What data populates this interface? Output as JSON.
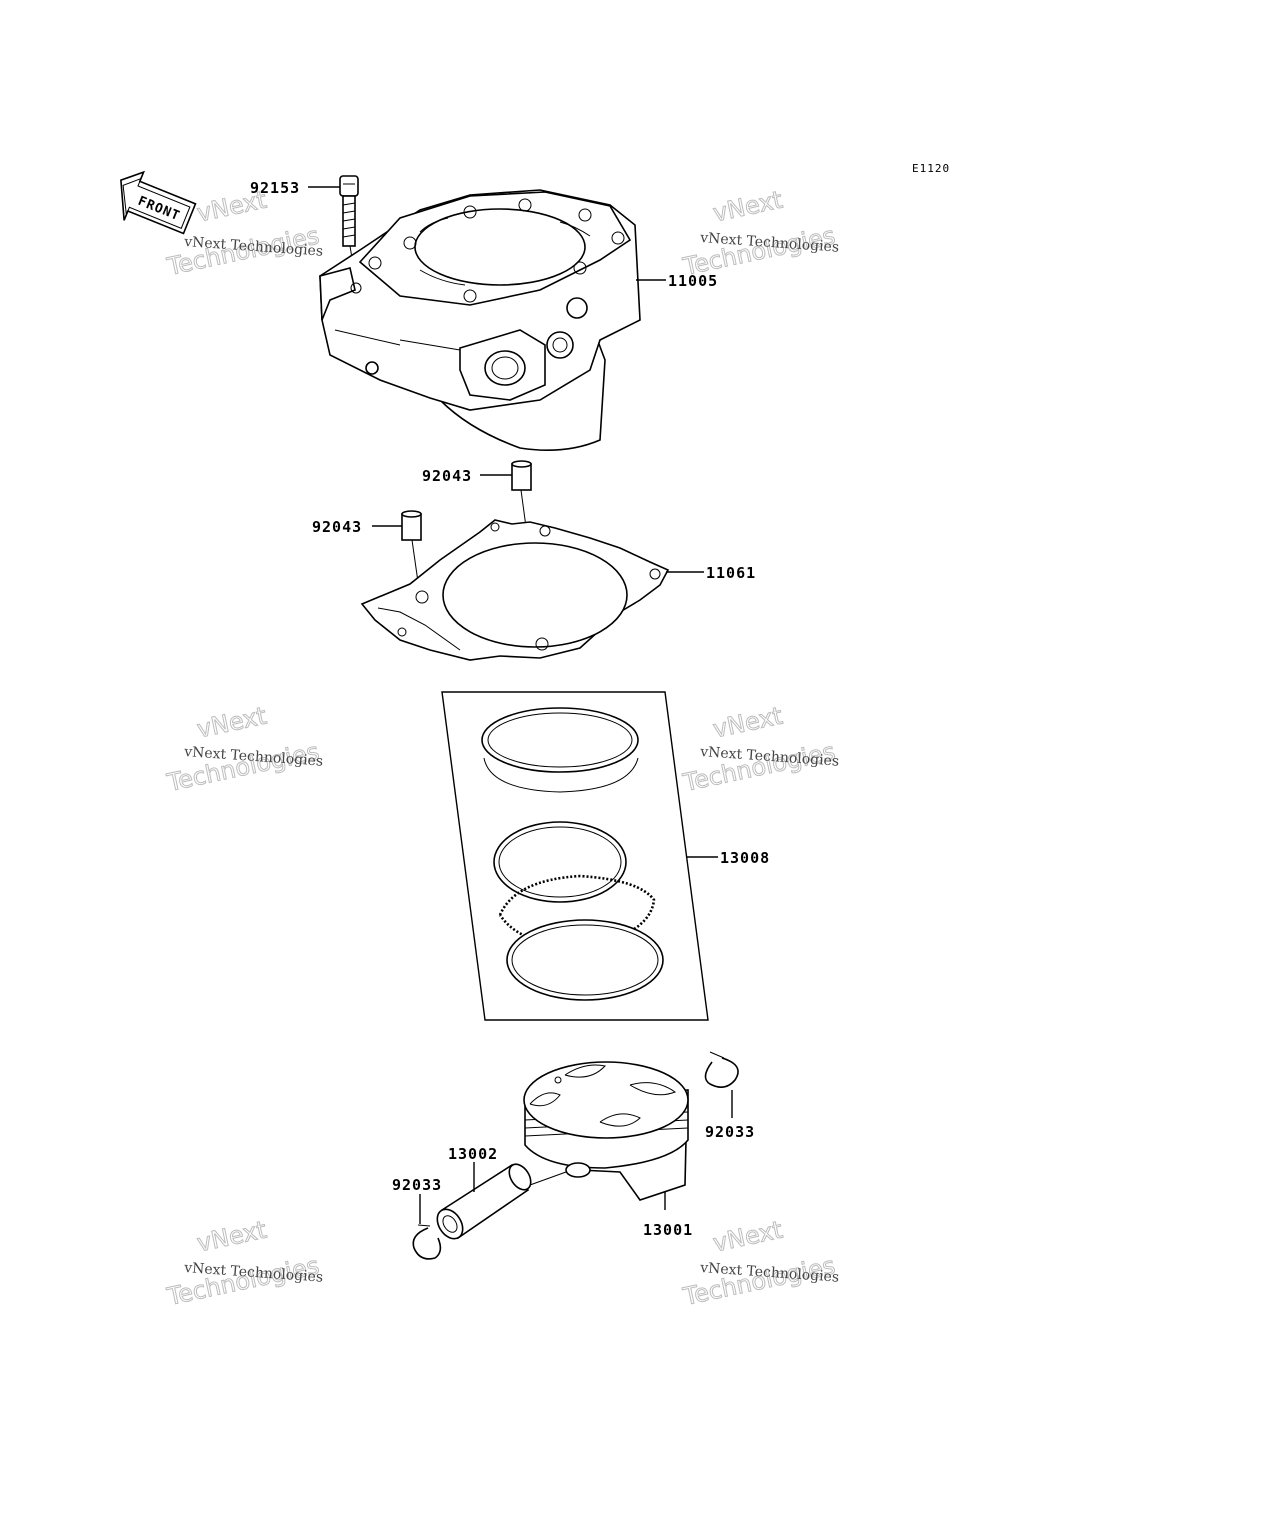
{
  "diagram_code": "E1120",
  "front_arrow_label": "FRONT",
  "watermark": {
    "small": "vNext Technologies",
    "big_top": "vNext",
    "big_bottom": "Technologies"
  },
  "callouts": {
    "bolt": "92153",
    "cylinder": "11005",
    "dowel_top": "92043",
    "dowel_left": "92043",
    "gasket": "11061",
    "ring_set": "13008",
    "circlip_right": "92033",
    "circlip_left": "92033",
    "pin": "13002",
    "piston": "13001"
  }
}
